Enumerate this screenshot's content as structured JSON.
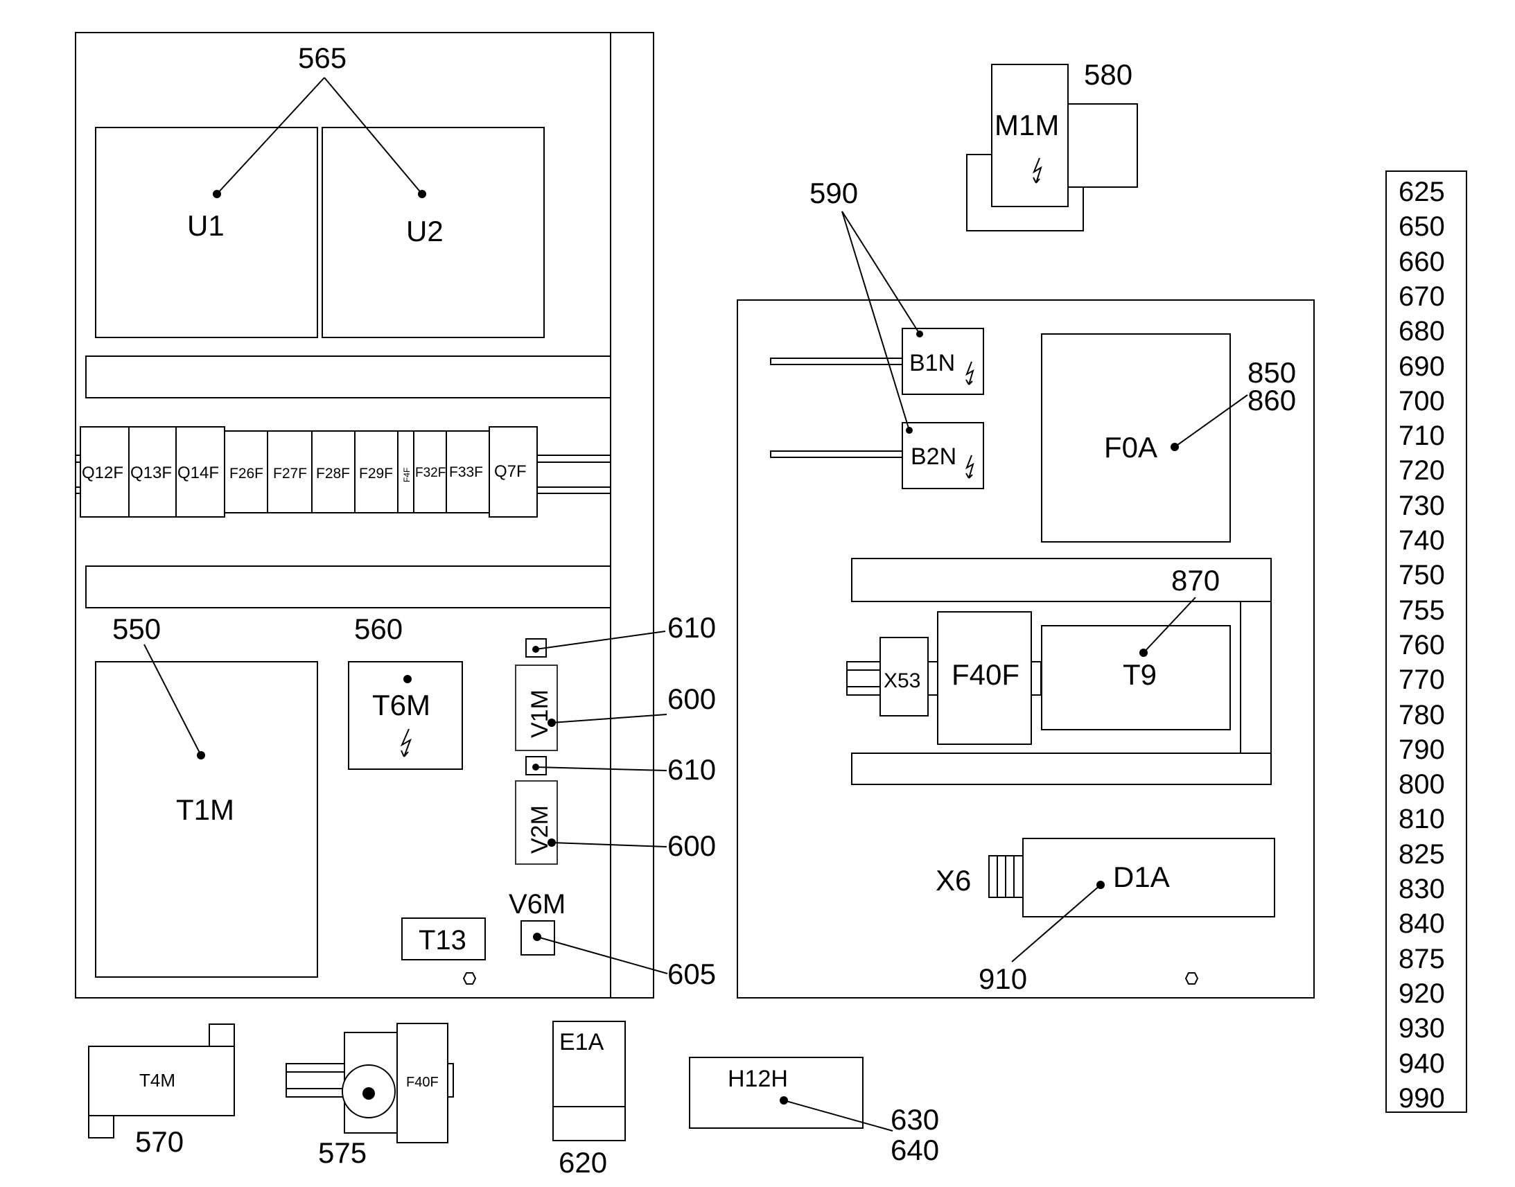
{
  "diagram": {
    "reference_numbers": {
      "n565": "565",
      "n580": "580",
      "n590": "590",
      "n550": "550",
      "n560": "560",
      "n610a": "610",
      "n600a": "600",
      "n610b": "610",
      "n600b": "600",
      "n605": "605",
      "n850": "850",
      "n860": "860",
      "n870": "870",
      "n910": "910",
      "n570": "570",
      "n575": "575",
      "n620": "620",
      "n630": "630",
      "n640": "640"
    },
    "components": {
      "u1": "U1",
      "u2": "U2",
      "q12f": "Q12F",
      "q13f": "Q13F",
      "q14f": "Q14F",
      "f26f": "F26F",
      "f27f": "F27F",
      "f28f": "F28F",
      "f29f": "F29F",
      "f4f": "F4F",
      "f32f": "F32F",
      "f33f": "F33F",
      "q7f": "Q7F",
      "t1m": "T1M",
      "t6m": "T6M",
      "v1m": "V1M",
      "v2m": "V2M",
      "t13": "T13",
      "v6m": "V6M",
      "m1m": "M1M",
      "b1n": "B1N",
      "b2n": "B2N",
      "f0a": "F0A",
      "x53": "X53",
      "f40f": "F40F",
      "t9": "T9",
      "x6": "X6",
      "d1a": "D1A",
      "t4m": "T4M",
      "f40f_small": "F40F",
      "e1a": "E1A",
      "h12h": "H12H"
    },
    "side_list": [
      "625",
      "650",
      "660",
      "670",
      "680",
      "690",
      "700",
      "710",
      "720",
      "730",
      "740",
      "750",
      "755",
      "760",
      "770",
      "780",
      "790",
      "800",
      "810",
      "825",
      "830",
      "840",
      "875",
      "920",
      "930",
      "940",
      "990"
    ]
  }
}
